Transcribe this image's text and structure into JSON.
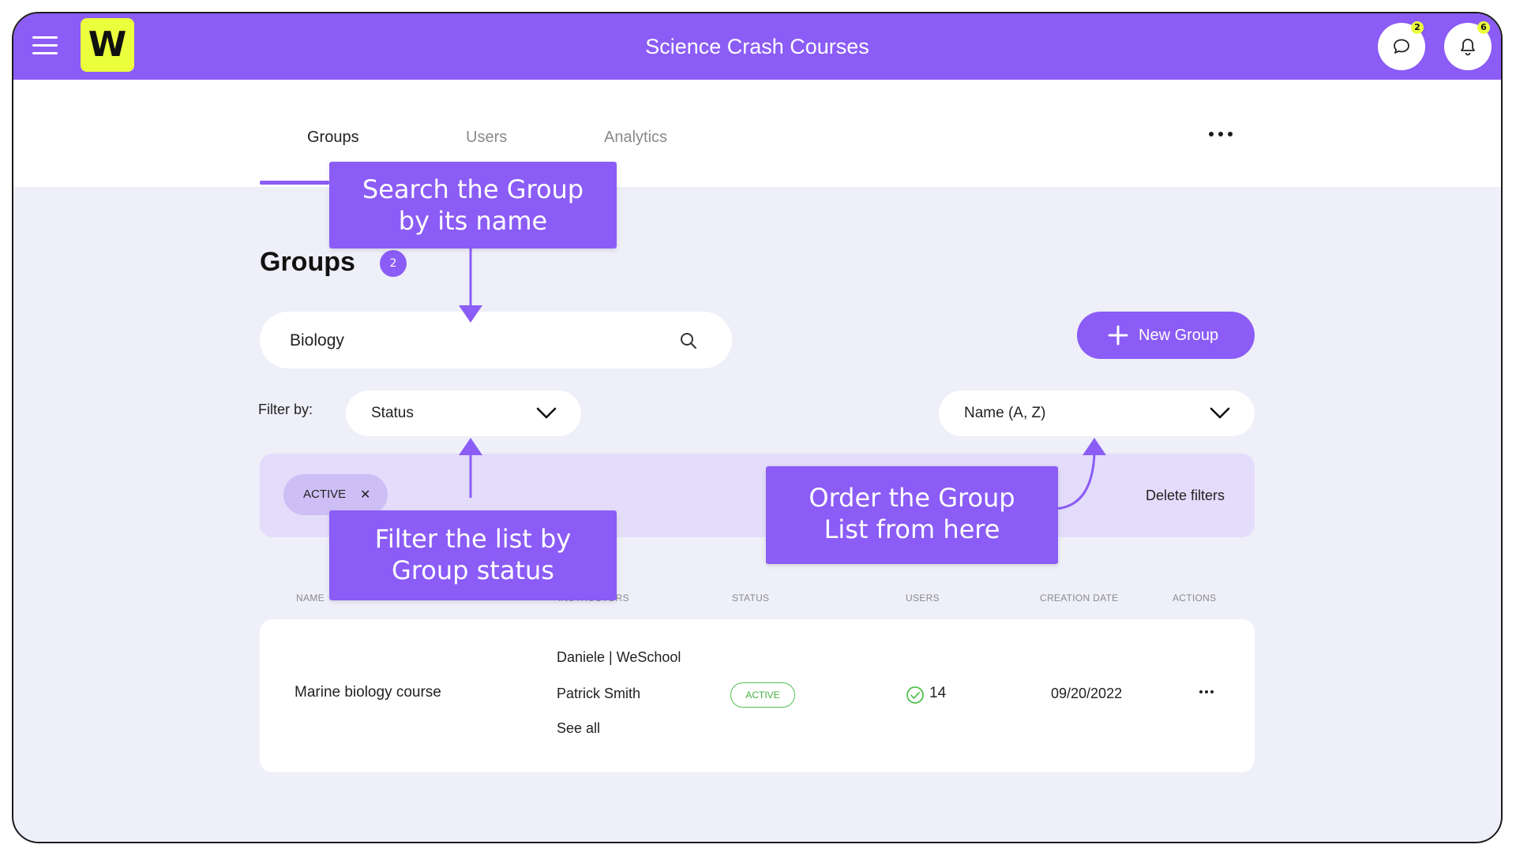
{
  "app": {
    "title": "Science Crash Courses",
    "logo_letter": "W"
  },
  "header": {
    "messages_count": "2",
    "notifications_count": "6"
  },
  "tabs": [
    {
      "label": "Groups",
      "active": true
    },
    {
      "label": "Users",
      "active": false
    },
    {
      "label": "Analytics",
      "active": false
    }
  ],
  "page": {
    "title": "Groups",
    "count": "2"
  },
  "search": {
    "value": "Biology",
    "placeholder": ""
  },
  "actions": {
    "new_group_label": "New Group"
  },
  "filters": {
    "label": "Filter by:",
    "status_value": "Status",
    "order_value": "Name (A, Z)",
    "active_chip": "ACTIVE",
    "delete_label": "Delete filters"
  },
  "table": {
    "headers": [
      "NAME",
      "INSTRUCTORS",
      "STATUS",
      "USERS",
      "CREATION DATE",
      "ACTIONS"
    ],
    "rows": [
      {
        "name": "Marine biology course",
        "instructors": [
          "Daniele | WeSchool",
          "Patrick Smith"
        ],
        "see_all": "See all",
        "status": "ACTIVE",
        "users": "14",
        "creation_date": "09/20/2022"
      }
    ]
  },
  "callouts": {
    "search": [
      "Search the Group",
      "by its name"
    ],
    "filter": [
      "Filter the list by",
      "Group status"
    ],
    "order": [
      "Order the Group",
      "List from here"
    ]
  },
  "colors": {
    "accent": "#8b5cf6",
    "brand_yellow": "#ecff3d",
    "active_green": "#53c04f",
    "page_bg": "#eeeff8"
  }
}
